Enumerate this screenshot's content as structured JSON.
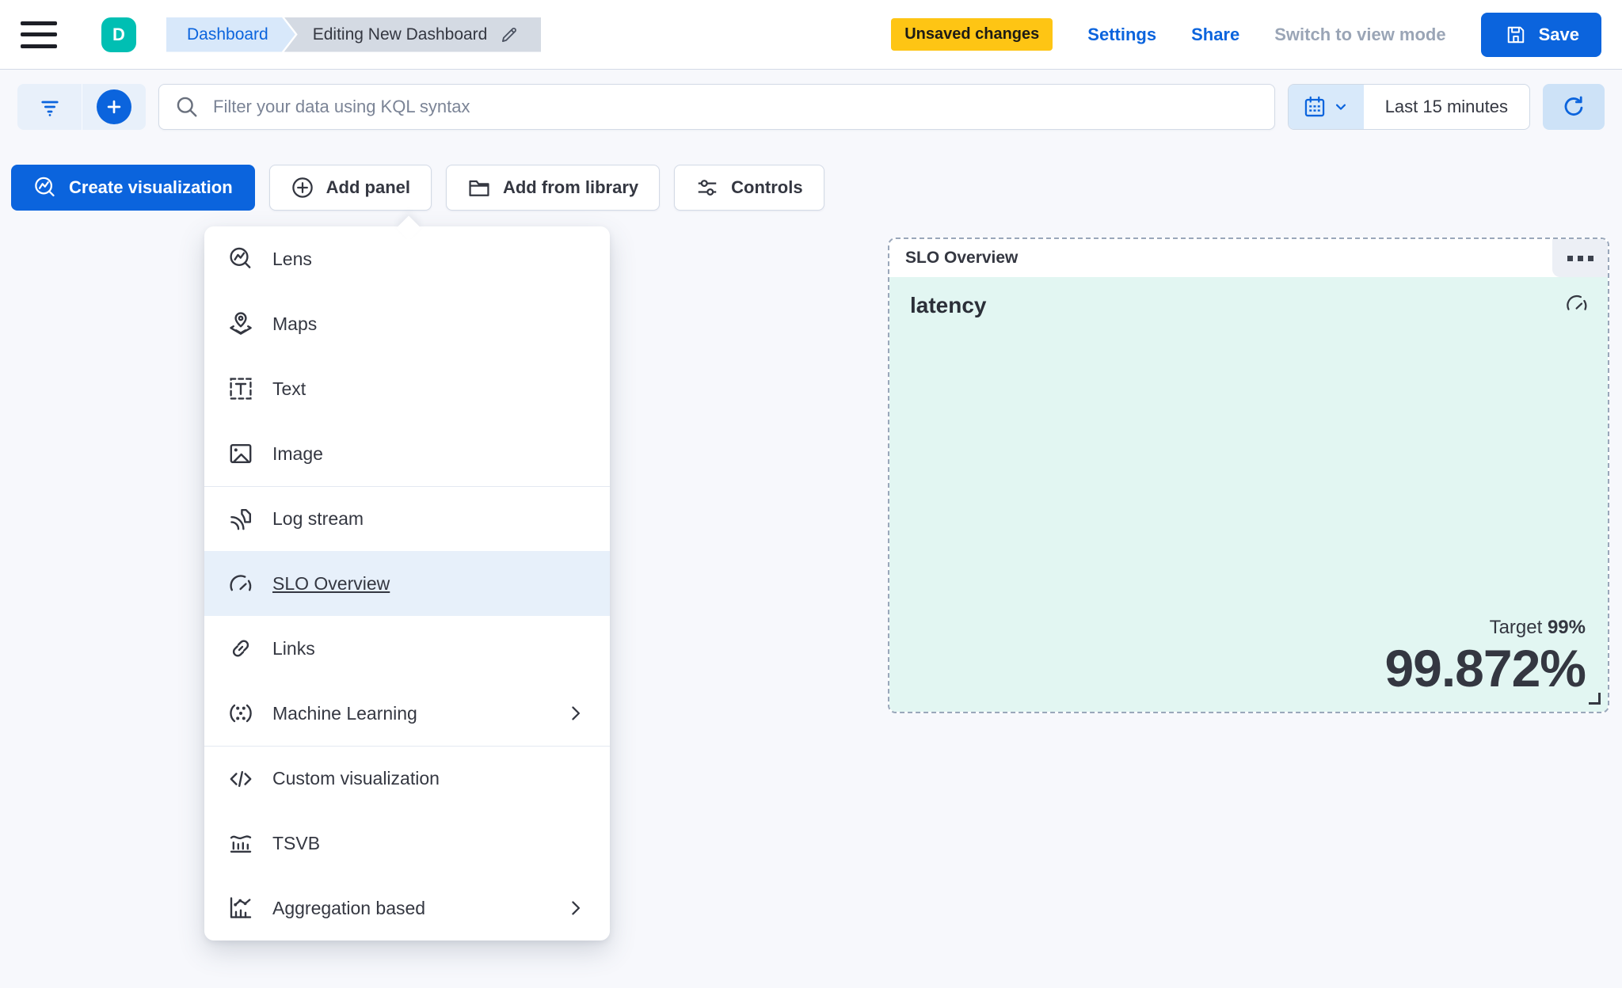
{
  "header": {
    "avatar_initial": "D",
    "breadcrumbs": {
      "root": "Dashboard",
      "current": "Editing New Dashboard"
    },
    "unsaved_badge": "Unsaved changes",
    "settings_label": "Settings",
    "share_label": "Share",
    "view_mode_label": "Switch to view mode",
    "save_label": "Save"
  },
  "querybar": {
    "search_placeholder": "Filter your data using KQL syntax",
    "time_range": "Last 15 minutes"
  },
  "toolbar": {
    "create_visualization_label": "Create visualization",
    "add_panel_label": "Add panel",
    "add_from_library_label": "Add from library",
    "controls_label": "Controls"
  },
  "add_panel_menu": {
    "items": [
      {
        "label": "Lens",
        "icon": "lens-icon"
      },
      {
        "label": "Maps",
        "icon": "maps-icon"
      },
      {
        "label": "Text",
        "icon": "text-icon"
      },
      {
        "label": "Image",
        "icon": "image-icon"
      },
      {
        "label": "Log stream",
        "icon": "log-stream-icon"
      },
      {
        "label": "SLO Overview",
        "icon": "gauge-icon",
        "highlighted": true
      },
      {
        "label": "Links",
        "icon": "link-icon"
      },
      {
        "label": "Machine Learning",
        "icon": "machine-learning-icon",
        "has_submenu": true
      },
      {
        "label": "Custom visualization",
        "icon": "code-icon"
      },
      {
        "label": "TSVB",
        "icon": "tsvb-icon"
      },
      {
        "label": "Aggregation based",
        "icon": "aggregation-icon",
        "has_submenu": true
      }
    ]
  },
  "slo_panel": {
    "title": "SLO Overview",
    "metric_name": "latency",
    "target_label": "Target",
    "target_value": "99%",
    "value": "99.872%"
  },
  "colors": {
    "primary_blue": "#0b64dd",
    "teal_avatar": "#00bfb3",
    "warning_badge": "#fec514",
    "panel_mint_bg": "#e2f6f2",
    "menu_highlight": "#e7f0fa",
    "text_dark": "#343741",
    "page_bg": "#f7f8fc"
  }
}
